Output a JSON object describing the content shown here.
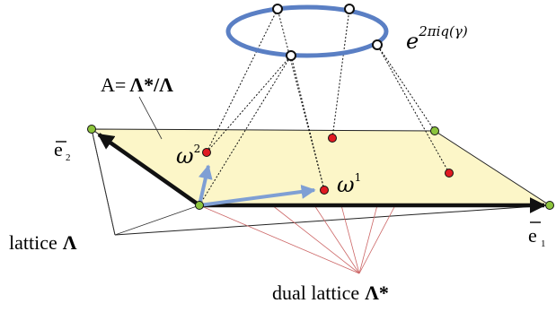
{
  "labels": {
    "quotient_prefix": "A=",
    "quotient_math": "Λ*/Λ",
    "exp_base": "e",
    "exp_power": "2πiq(γ)",
    "e2_letter": "e",
    "e2_sub": "2",
    "e1_letter": "e",
    "e1_sub": "1",
    "omega2_letter": "ω",
    "omega2_sup": "2",
    "omega1_letter": "ω",
    "omega1_sup": "1",
    "lattice_text": "lattice",
    "lattice_sym": "Λ",
    "dual_text": "dual lattice",
    "dual_sym": "Λ*"
  },
  "colors": {
    "plane_fill": "#fcf6c8",
    "lattice_point": "#8cc43c",
    "dual_point": "#e01a22",
    "basis_arrow": "#111111",
    "dual_arrow": "#7f9fd4",
    "circle": "#5a7fc4",
    "pointer_line": "#cc6666"
  }
}
